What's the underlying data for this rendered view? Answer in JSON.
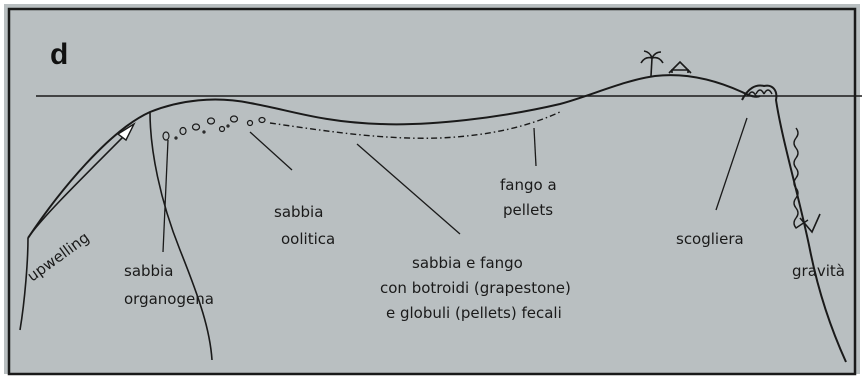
{
  "panel_letter": "d",
  "labels": {
    "upwelling": "upwelling",
    "sabbia_organogena_1": "sabbia",
    "sabbia_organogena_2": "organogena",
    "sabbia_oolitica_1": "sabbia",
    "sabbia_oolitica_2": "oolitica",
    "sabbia_fango_1": "sabbia e fango",
    "sabbia_fango_2": "con botroidi (grapestone)",
    "sabbia_fango_3": "e globuli (pellets) fecali",
    "fango_pellets_1": "fango a",
    "fango_pellets_2": "pellets",
    "scogliera": "scogliera",
    "gravita": "gravità"
  },
  "colors": {
    "background": "#b9bfc1",
    "frame": "#ffffff",
    "ink": "#1a1a1a"
  }
}
